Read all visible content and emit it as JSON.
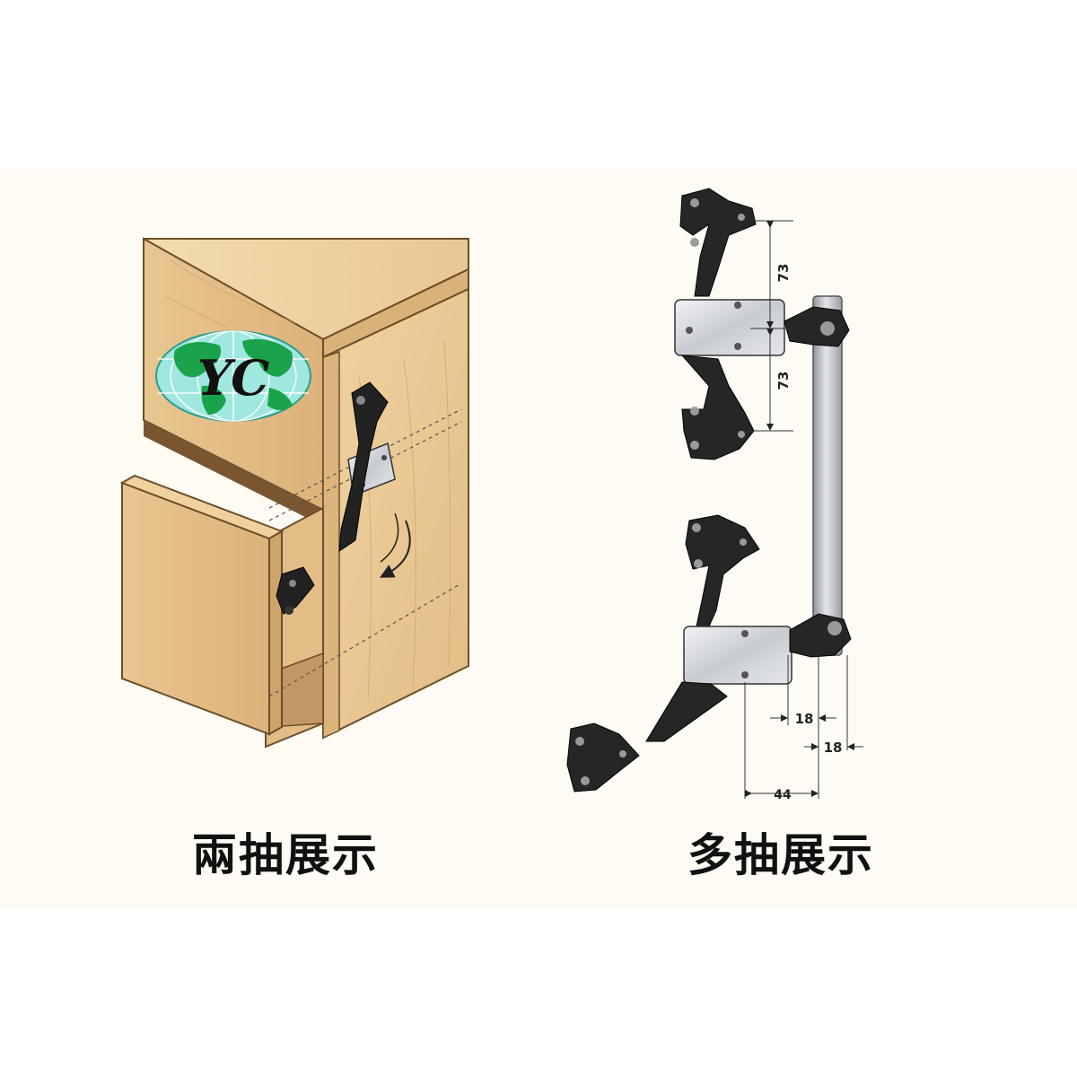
{
  "logo": {
    "text": "YC",
    "colors": {
      "globe_fill": "#1aa34a",
      "globe_bg": "#9fe7df"
    }
  },
  "captions": {
    "left": "兩抽展示",
    "right": "多抽展示"
  },
  "dimensions": {
    "upper_spacing": "73",
    "lower_spacing": "73",
    "offset_a": "18",
    "offset_b": "18",
    "width": "44"
  },
  "colors": {
    "wood": "#e8c48c",
    "wood_dark": "#d2a56a",
    "plate": "#cfd2d6",
    "bracket": "#2a2a2a",
    "rod": "#b8bcc2",
    "panel_bg": "#fdfbf3"
  }
}
